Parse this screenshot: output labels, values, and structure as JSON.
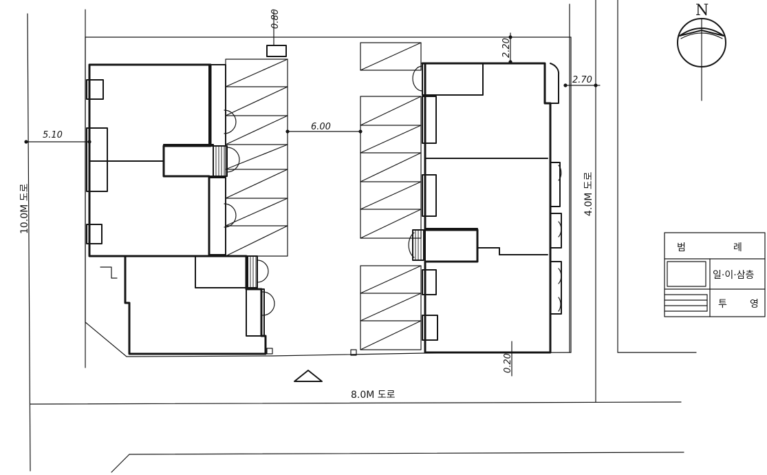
{
  "plan": {
    "north_label": "N",
    "dimensions": {
      "top_gap": "0.80",
      "right_top": "2.20",
      "right_side": "2.70",
      "left_setback": "5.10",
      "drive_aisle": "6.00",
      "bottom_right": "0.20"
    },
    "roads": {
      "left": "10.0M 도로",
      "right": "4.0M 도로",
      "bottom": "8.0M 도로"
    },
    "legend": {
      "title_left": "범",
      "title_right": "례",
      "item_hatch": "일·이·삼층",
      "item_lines_left": "투",
      "item_lines_right": "영"
    }
  }
}
